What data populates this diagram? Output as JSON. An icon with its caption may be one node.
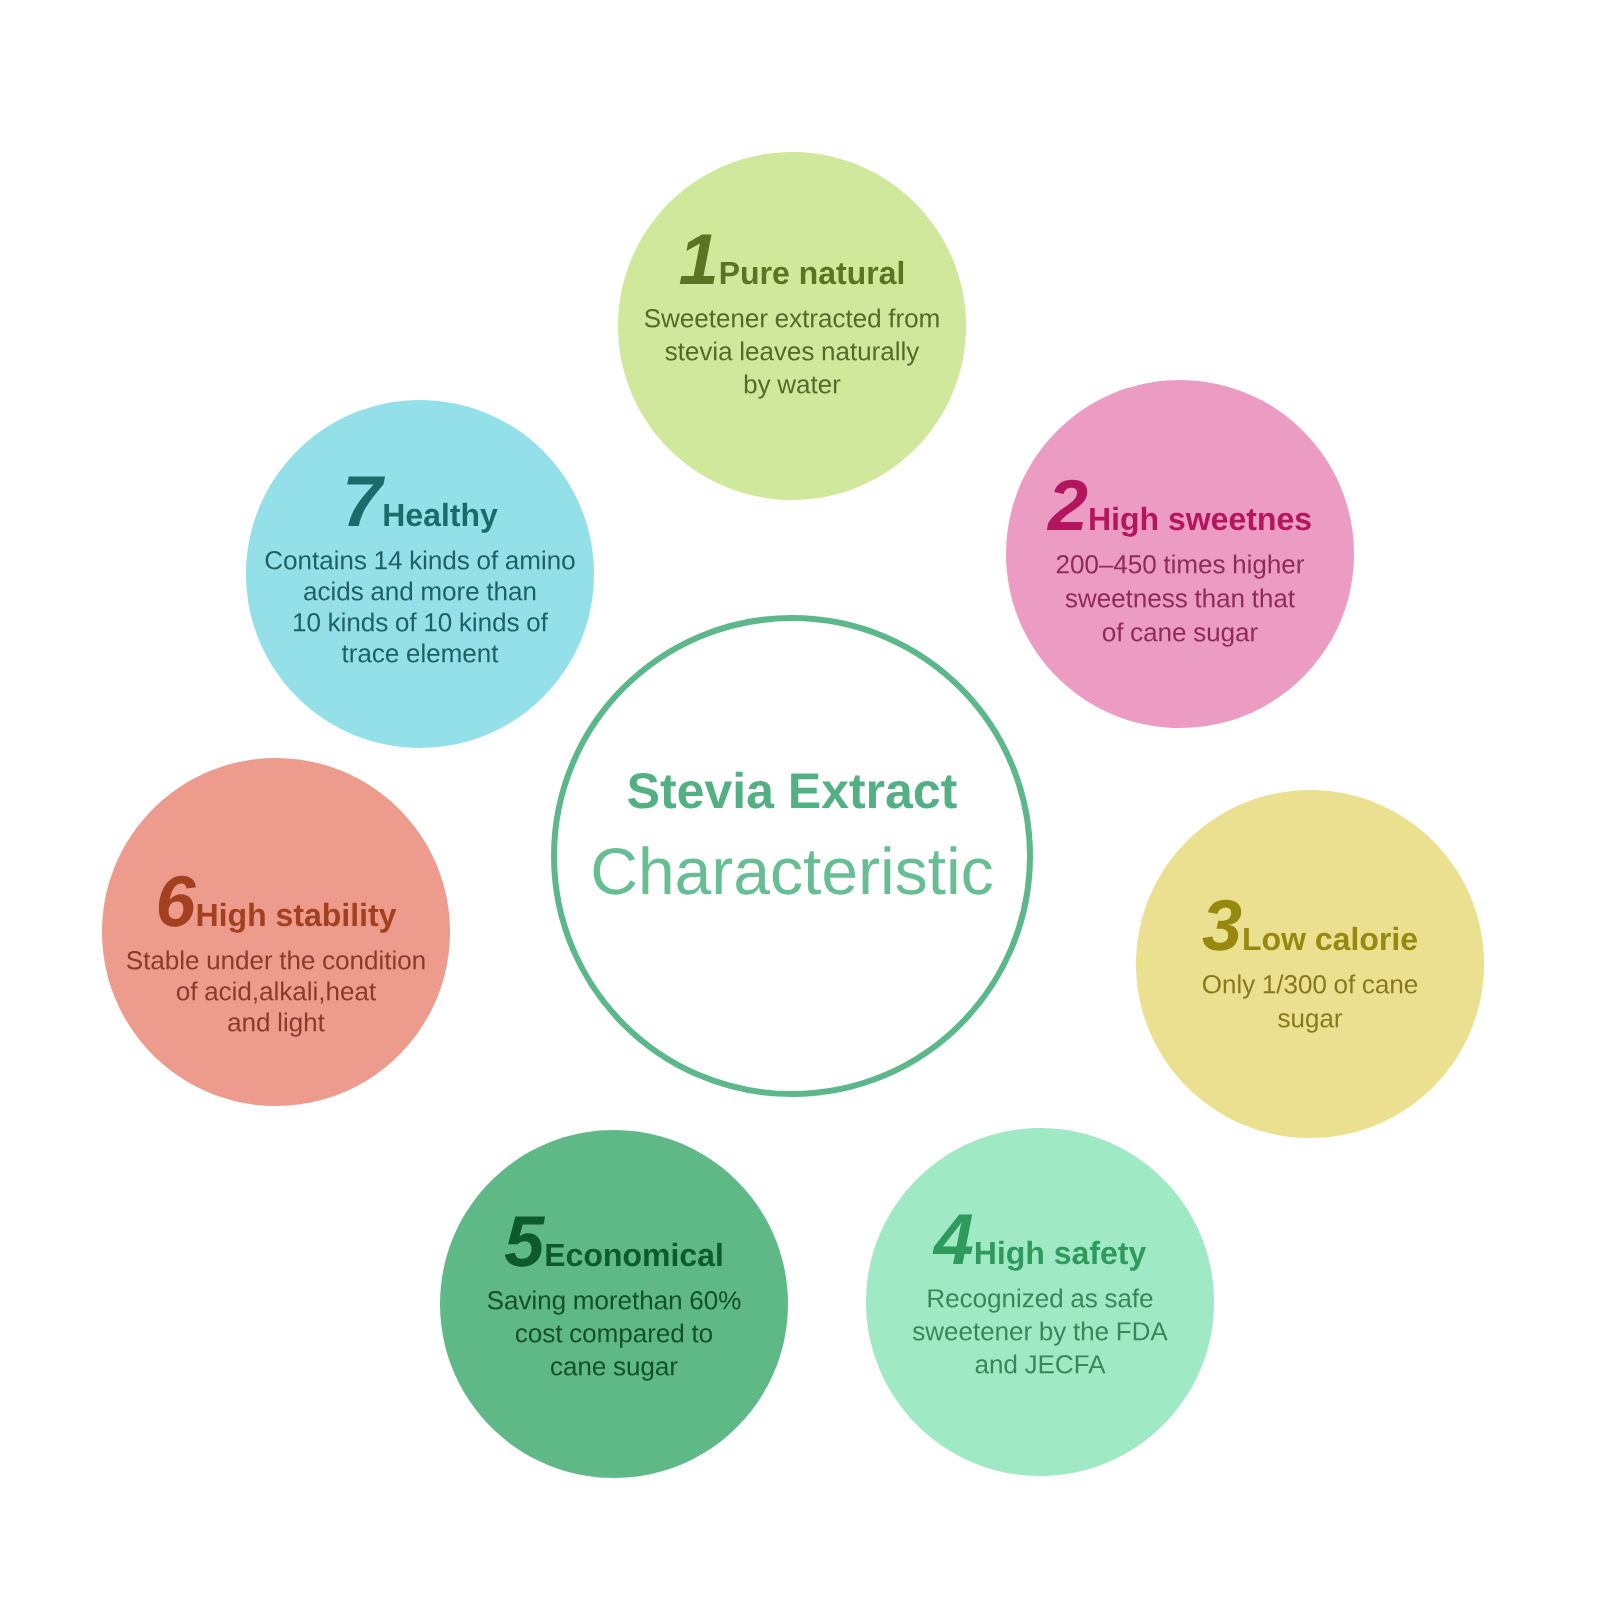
{
  "diagram": {
    "nodes": [
      {
        "text": [
          "Stevia Extract",
          "Characteristic"
        ]
      },
      {
        "text": [
          "1",
          "Pure natural",
          "Sweetener extracted from stevia leaves naturally by water"
        ]
      },
      {
        "text": [
          "2",
          "High sweetnes",
          "200–450 times higher sweetness than that of cane sugar"
        ]
      },
      {
        "text": [
          "3",
          "Low calorie",
          "Only 1/300 of cane sugar"
        ]
      },
      {
        "text": [
          "4",
          "High safety",
          "Recognized as safe sweetener by the FDA and JECFA"
        ]
      },
      {
        "text": [
          "5",
          "Economical",
          "Saving morethan 60% cost compared to cane sugar"
        ]
      },
      {
        "text": [
          "6",
          "High stability",
          "Stable under the condition of acid,alkali,heat and light"
        ]
      },
      {
        "text": [
          "7",
          "Healthy",
          "Contains 14 kinds of amino acids and more than 10 kinds of 10 kinds of trace element"
        ]
      }
    ]
  }
}
